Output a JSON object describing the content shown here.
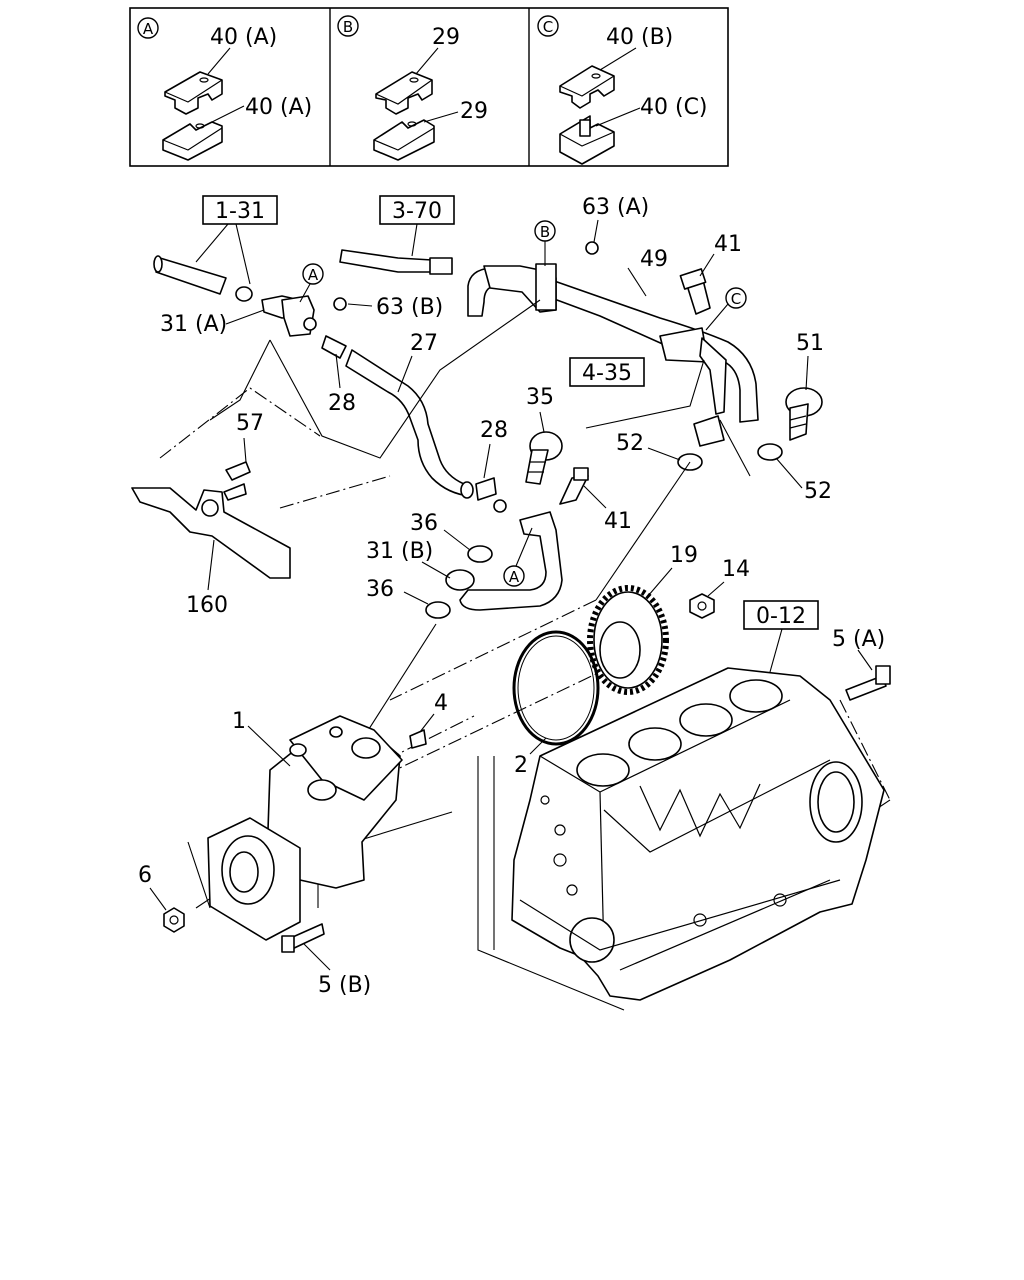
{
  "inset_panels": [
    {
      "marker": "A",
      "top_label": "40 (A)",
      "bottom_label": "40 (A)"
    },
    {
      "marker": "B",
      "top_label": "29",
      "bottom_label": "29"
    },
    {
      "marker": "C",
      "top_label": "40 (B)",
      "bottom_label": "40 (C)"
    }
  ],
  "reference_boxes": {
    "r1": "1-31",
    "r2": "3-70",
    "r3": "4-35",
    "r4": "0-12"
  },
  "callouts": {
    "p31a": "31 (A)",
    "p63b": "63 (B)",
    "p28a": "28",
    "p27": "27",
    "p63a": "63 (A)",
    "p49": "49",
    "p41a": "41",
    "p51": "51",
    "p57": "57",
    "p35": "35",
    "p28b": "28",
    "p52a": "52",
    "p52b": "52",
    "p41b": "41",
    "p36a": "36",
    "p31b": "31 (B)",
    "p36b": "36",
    "p160": "160",
    "p19": "19",
    "p14": "14",
    "p5a": "5 (A)",
    "p1": "1",
    "p4": "4",
    "p2": "2",
    "p6": "6",
    "p5b": "5 (B)"
  },
  "markers": {
    "mA1": "A",
    "mB1": "B",
    "mC1": "C",
    "mA2": "A"
  }
}
